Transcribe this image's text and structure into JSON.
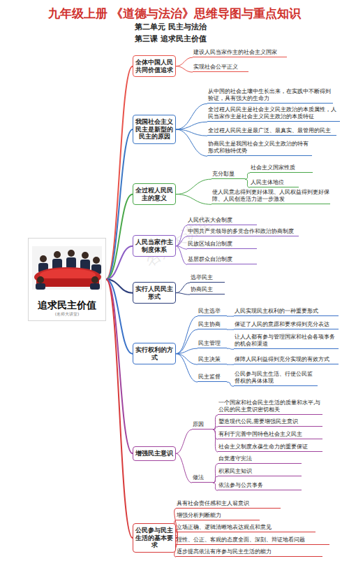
{
  "diagram": {
    "title": "九年级上册 《道德与法治》思维导图与重点知识",
    "nodes": [
      {
        "text": [
          "追求民主价值",
          "(名师大讲堂)"
        ]
      },
      {
        "text": [
          "全体中国人民共同价值追求"
        ]
      },
      {
        "text": [
          "建设人民当家作主的社会主义国家"
        ]
      },
      {
        "text": [
          "实现社会公平正义"
        ]
      },
      {
        "text": [
          "我国社会主义民主是新型的民主的原因"
        ]
      },
      {
        "text": [
          "从中国的社会土壤中生长出来，在实践中不断得到验证，具有强大的生命力"
        ]
      },
      {
        "text": [
          "全过程人民民主是社会主义民主政治的本质属性，人民当家作主是社会主义民主政治的本质特征"
        ]
      },
      {
        "text": [
          "全过程人民民主是最广泛、最真实、最管用的民主"
        ]
      },
      {
        "text": [
          "协商民主是我国社会主义民主政治的特有形式和独特优势"
        ]
      },
      {
        "text": [
          "全过程人民民主的意义"
        ]
      },
      {
        "text": [
          "充分彰显"
        ]
      },
      {
        "text": [
          "社会主义国家性质"
        ]
      },
      {
        "text": [
          "人民主体地位"
        ]
      },
      {
        "text": [
          "使人民意志得到更好体现、人民权益得到更好保障、人民创造活力进一步激发"
        ]
      },
      {
        "text": [
          "人民当家作主制度体系"
        ]
      },
      {
        "text": [
          "人民代表大会制度"
        ]
      },
      {
        "text": [
          "中国共产党领导的多党合作和政治协商制度"
        ]
      },
      {
        "text": [
          "民族区域自治制度"
        ]
      },
      {
        "text": [
          "基层群众自治制度"
        ]
      },
      {
        "text": [
          "实行人民民主形式"
        ]
      },
      {
        "text": [
          "选举民主"
        ]
      },
      {
        "text": [
          "协商民主"
        ]
      },
      {
        "text": [
          "实行权利的方式"
        ]
      },
      {
        "text": [
          "民主选举"
        ]
      },
      {
        "text": [
          "人民实现民主权利的一种重要形式"
        ]
      },
      {
        "text": [
          "民主协商"
        ]
      },
      {
        "text": [
          "保证了人民的意愿和要求得到充分表达"
        ]
      },
      {
        "text": [
          "民主管理"
        ]
      },
      {
        "text": [
          "让人人都有参与管理国家和社会各项事务的机会和渠道"
        ]
      },
      {
        "text": [
          "民主决策"
        ]
      },
      {
        "text": [
          "保障人民利益得到充分实现的有效方式"
        ]
      },
      {
        "text": [
          "民主监督"
        ]
      },
      {
        "text": [
          "公民参与民主生活、行使公民监督权的具体体现"
        ]
      },
      {
        "text": [
          "增强民主意识"
        ]
      },
      {
        "text": [
          "原因"
        ]
      },
      {
        "text": [
          "一个国家和社会民主生活的质量和水平,与公民的民主意识密切相关"
        ]
      },
      {
        "text": [
          "塑造现代公民,需要增强民主意识"
        ]
      },
      {
        "text": [
          "有利于完善中国特色社会主义民主"
        ]
      },
      {
        "text": [
          "社会主义制度永葆生命力的重要保证"
        ]
      },
      {
        "text": [
          "做法"
        ]
      },
      {
        "text": [
          "自觉遵守宪法"
        ]
      },
      {
        "text": [
          "积累民主知识"
        ]
      },
      {
        "text": [
          "依法参与公共事务"
        ]
      },
      {
        "text": [
          "公民参与民主生活的基本要求"
        ]
      },
      {
        "text": [
          "具有社会责任感和主人翁意识"
        ]
      },
      {
        "text": [
          "增强分析判断能力"
        ]
      },
      {
        "text": [
          "立场正确、逻辑清晰地表达观点和意见"
        ]
      },
      {
        "text": [
          "理性、公正、客观的态度全面、深刻、辩证地看问题"
        ]
      },
      {
        "text": [
          "逐步提高依法有序参与民主生活的能力"
        ]
      }
    ],
    "edges": [
      {
        "from": 0,
        "to": 1,
        "arrow": "none"
      },
      {
        "from": 0,
        "to": 4,
        "arrow": "none"
      },
      {
        "from": 0,
        "to": 9,
        "arrow": "none"
      },
      {
        "from": 0,
        "to": 14,
        "arrow": "none"
      },
      {
        "from": 0,
        "to": 19,
        "arrow": "none"
      },
      {
        "from": 0,
        "to": 22,
        "arrow": "none"
      },
      {
        "from": 0,
        "to": 33,
        "arrow": "none"
      },
      {
        "from": 0,
        "to": 43,
        "arrow": "none"
      },
      {
        "from": 1,
        "to": 2,
        "arrow": "none"
      },
      {
        "from": 1,
        "to": 3,
        "arrow": "none"
      },
      {
        "from": 4,
        "to": 5,
        "arrow": "none"
      },
      {
        "from": 4,
        "to": 6,
        "arrow": "none"
      },
      {
        "from": 4,
        "to": 7,
        "arrow": "none"
      },
      {
        "from": 4,
        "to": 8,
        "arrow": "none"
      },
      {
        "from": 9,
        "to": 10,
        "arrow": "none"
      },
      {
        "from": 9,
        "to": 13,
        "arrow": "none"
      },
      {
        "from": 10,
        "to": 11,
        "arrow": "none"
      },
      {
        "from": 10,
        "to": 12,
        "arrow": "none"
      },
      {
        "from": 14,
        "to": 15,
        "arrow": "none"
      },
      {
        "from": 14,
        "to": 16,
        "arrow": "none"
      },
      {
        "from": 14,
        "to": 17,
        "arrow": "none"
      },
      {
        "from": 14,
        "to": 18,
        "arrow": "none"
      },
      {
        "from": 19,
        "to": 20,
        "arrow": "none"
      },
      {
        "from": 19,
        "to": 21,
        "arrow": "none"
      },
      {
        "from": 22,
        "to": 23,
        "arrow": "none"
      },
      {
        "from": 22,
        "to": 25,
        "arrow": "none"
      },
      {
        "from": 22,
        "to": 27,
        "arrow": "none"
      },
      {
        "from": 22,
        "to": 29,
        "arrow": "none"
      },
      {
        "from": 22,
        "to": 31,
        "arrow": "none"
      },
      {
        "from": 23,
        "to": 24,
        "arrow": "none"
      },
      {
        "from": 25,
        "to": 26,
        "arrow": "none"
      },
      {
        "from": 27,
        "to": 28,
        "arrow": "none"
      },
      {
        "from": 29,
        "to": 30,
        "arrow": "none"
      },
      {
        "from": 31,
        "to": 32,
        "arrow": "none"
      },
      {
        "from": 33,
        "to": 34,
        "arrow": "none"
      },
      {
        "from": 33,
        "to": 39,
        "arrow": "none"
      },
      {
        "from": 34,
        "to": 35,
        "arrow": "none"
      },
      {
        "from": 34,
        "to": 36,
        "arrow": "none"
      },
      {
        "from": 34,
        "to": 37,
        "arrow": "none"
      },
      {
        "from": 34,
        "to": 38,
        "arrow": "none"
      },
      {
        "from": 39,
        "to": 40,
        "arrow": "none"
      },
      {
        "from": 39,
        "to": 41,
        "arrow": "none"
      },
      {
        "from": 39,
        "to": 42,
        "arrow": "none"
      },
      {
        "from": 43,
        "to": 44,
        "arrow": "none"
      },
      {
        "from": 43,
        "to": 45,
        "arrow": "none"
      },
      {
        "from": 43,
        "to": 46,
        "arrow": "none"
      },
      {
        "from": 43,
        "to": 47,
        "arrow": "none"
      },
      {
        "from": 43,
        "to": 48,
        "arrow": "none"
      }
    ],
    "labels": [
      "第二单元 民主与法治",
      "第三课 追求民主价值",
      "名师大讲堂"
    ]
  }
}
